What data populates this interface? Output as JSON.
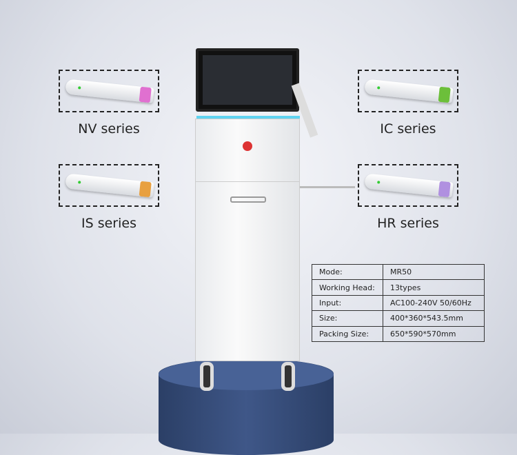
{
  "series": [
    {
      "name": "NV series",
      "tip_color": "#e070d0"
    },
    {
      "name": "IC series",
      "tip_color": "#6cbf3a"
    },
    {
      "name": "IS series",
      "tip_color": "#e8a040"
    },
    {
      "name": "HR series",
      "tip_color": "#b090e0"
    }
  ],
  "specs": [
    {
      "key": "Mode:",
      "value": "MR50"
    },
    {
      "key": "Working Head:",
      "value": "13types"
    },
    {
      "key": "Input:",
      "value": "AC100-240V 50/60Hz"
    },
    {
      "key": "Size:",
      "value": "400*360*543.5mm"
    },
    {
      "key": "Packing Size:",
      "value": "650*590*570mm"
    }
  ]
}
